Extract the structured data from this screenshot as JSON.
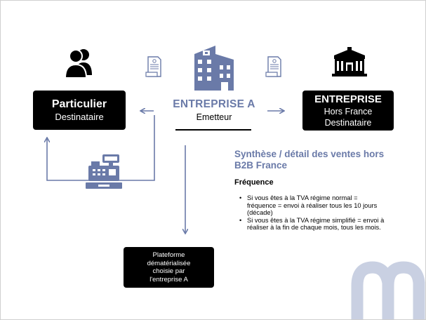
{
  "particulier": {
    "title": "Particulier",
    "subtitle": "Destinataire"
  },
  "entreprise_a": {
    "title": "ENTREPRISE A",
    "subtitle": "Emetteur"
  },
  "entreprise_ext": {
    "title": "ENTREPRISE",
    "line2": "Hors France",
    "line3": "Destinataire"
  },
  "plateforme": {
    "lines": [
      "Plateforme",
      "dématérialisée",
      "choisie par",
      "l'entreprise A"
    ]
  },
  "synthese": {
    "title": "Synthèse / détail des ventes hors B2B France"
  },
  "frequence": {
    "title": "Fréquence",
    "items": [
      "Si vous êtes à la TVA régime normal = fréquence = envoi à réaliser tous les 10 jours (décade)",
      "Si vous êtes à la TVA régime simplifié = envoi à réaliser à la fin de chaque mois, tous les mois."
    ]
  },
  "icons": {
    "people": "people-icon",
    "building": "office-building-icon",
    "bank": "bank-building-icon",
    "invoice": "invoice-document-icon",
    "register": "cash-register-icon",
    "logo": "brand-chevron-logo"
  },
  "colors": {
    "accent": "#6a7aa8",
    "box": "#000000",
    "logo": "#c9d0e2"
  }
}
